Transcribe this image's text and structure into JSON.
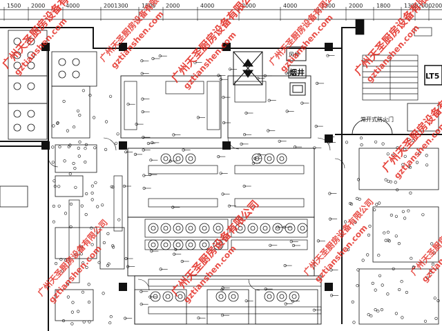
{
  "dimensions": [
    "1500",
    "2000",
    "4000",
    "2001300",
    "1500",
    "2000",
    "4000",
    "2000",
    "4000",
    "1300",
    "2000",
    "1800",
    "1300",
    "2000",
    "2000"
  ],
  "labels": {
    "stair_number": "LT5",
    "smoke_shaft_left": "风井",
    "smoke_shaft_right": "烟井",
    "fire_door": "常开式防火门"
  },
  "watermarks": {
    "company": "广州天圣厨房设备有限公司",
    "url": "gztianshen.com"
  },
  "colors": {
    "line": "#111111",
    "watermark": "#e2231a",
    "background": "#ffffff"
  }
}
